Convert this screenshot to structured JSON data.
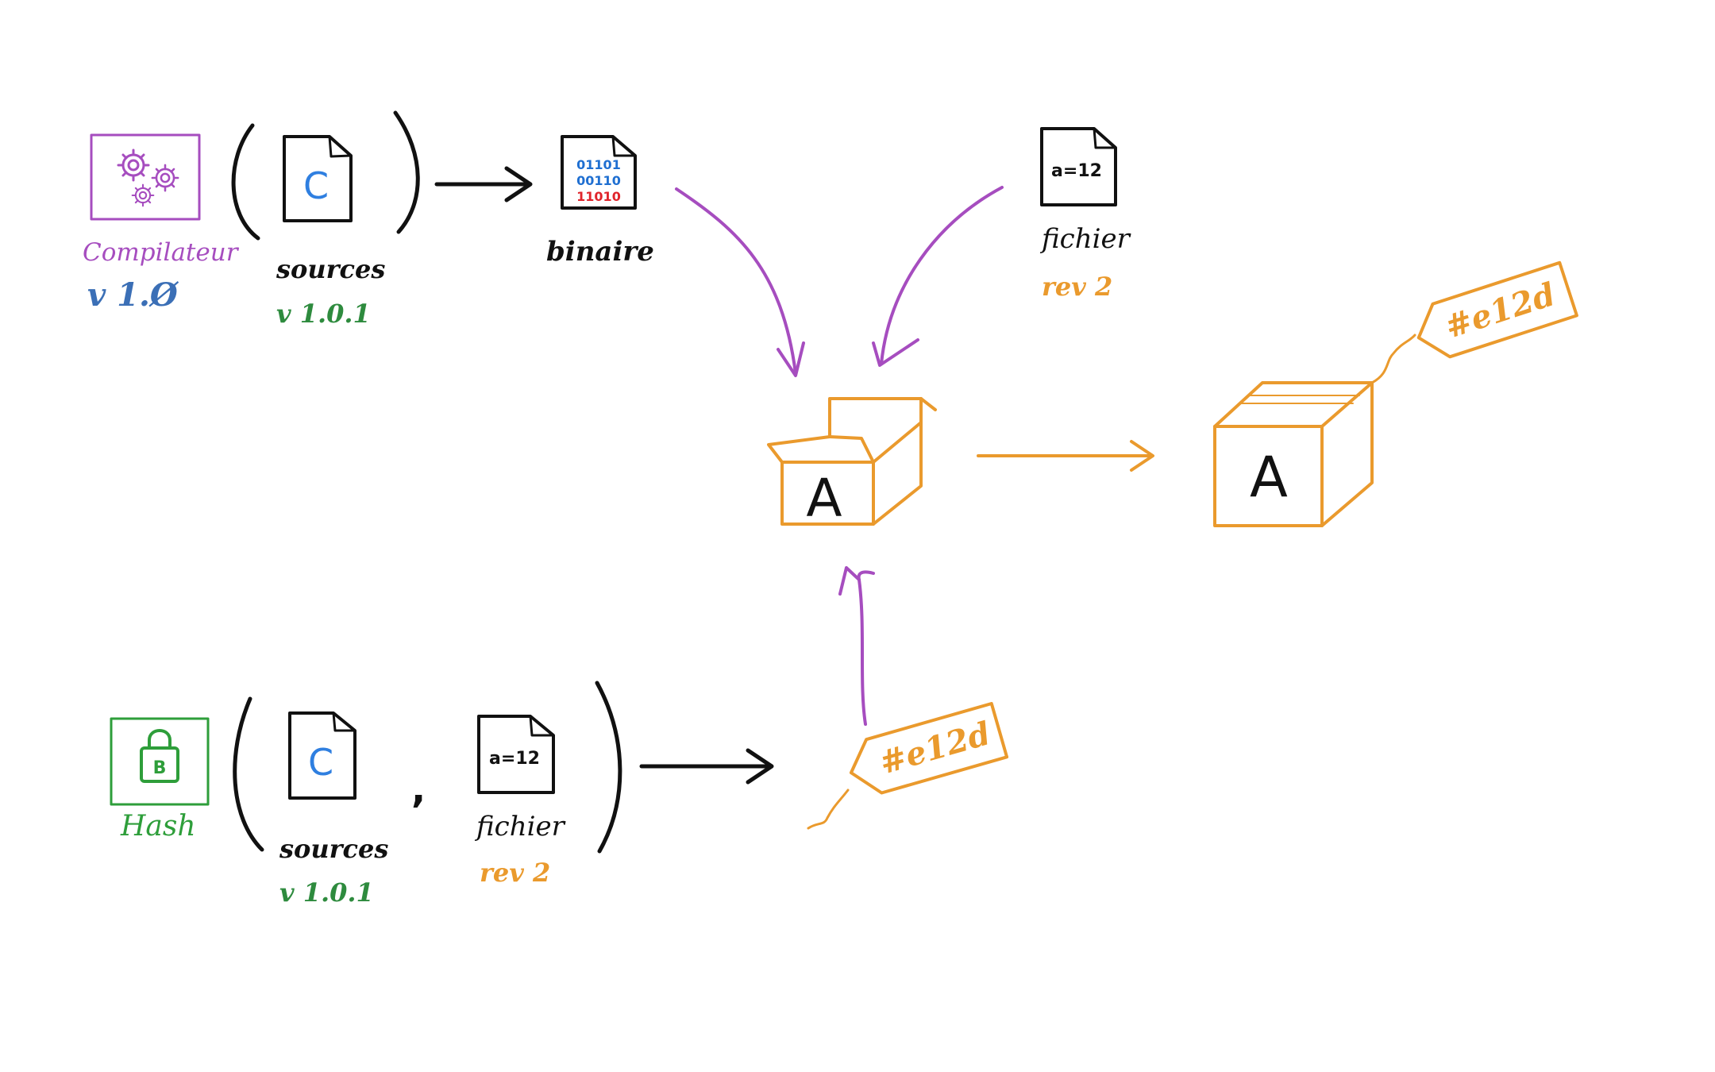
{
  "colors": {
    "ink": "#111111",
    "compiler": "#a64dbf",
    "version_blue": "#3b6fb6",
    "sources_version": "#2e8b3e",
    "rev": "#ea9a2d",
    "box": "#ea9a2d",
    "hash": "#2e9e3a",
    "purple_arrow": "#a64dbf",
    "bit_red": "#e0242b",
    "bit_blue": "#1f6fd1",
    "c_blue": "#2f7fe0"
  },
  "top": {
    "compiler": {
      "icon": "gears-icon",
      "label": "Compilateur",
      "version": "v 1.Ø"
    },
    "sources": {
      "icon": "c-file-icon",
      "letter": "C",
      "label": "sources",
      "version": "v 1.0.1"
    },
    "binary": {
      "icon": "binary-file-icon",
      "label": "binaire",
      "bits": [
        "01101",
        "00110",
        "11010"
      ]
    },
    "file": {
      "icon": "text-file-icon",
      "content": "a=12",
      "label": "fichier",
      "rev": "rev 2"
    }
  },
  "center": {
    "open_box": {
      "icon": "open-box-icon",
      "letter": "A"
    },
    "closed_box": {
      "icon": "closed-box-icon",
      "letter": "A",
      "tag": "#e12d"
    }
  },
  "bottom": {
    "hash": {
      "icon": "lock-icon",
      "lock_letter": "B",
      "label": "Hash"
    },
    "sources": {
      "icon": "c-file-icon",
      "letter": "C",
      "label": "sources",
      "version": "v 1.0.1"
    },
    "separator": ",",
    "file": {
      "icon": "text-file-icon",
      "content": "a=12",
      "label": "fichier",
      "rev": "rev 2"
    },
    "tag": "#e12d"
  }
}
